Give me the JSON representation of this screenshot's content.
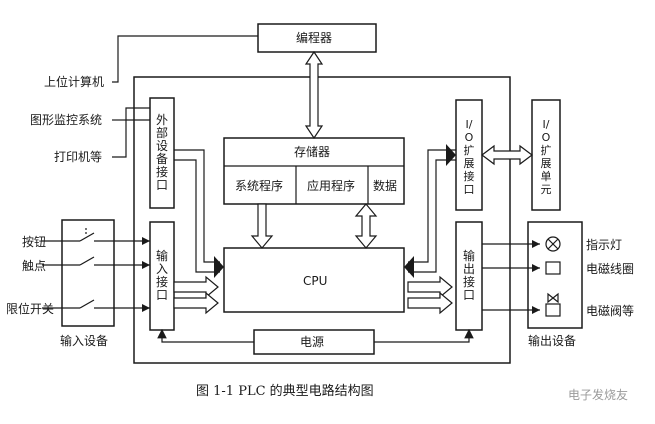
{
  "labels": {
    "programmer": "编程器",
    "host_computer": "上位计算机",
    "graphic_monitor": "图形监控系统",
    "printer": "打印机等",
    "ext_device_interface": "外部设备接口",
    "memory": "存储器",
    "system_program": "系统程序",
    "app_program": "应用程序",
    "data": "数据",
    "io_ext_interface": "I/O扩展接口",
    "io_ext_unit": "I/O扩展单元",
    "input_interface": "输入接口",
    "output_interface": "输出接口",
    "cpu": "CPU",
    "power": "电源",
    "button": "按钮",
    "contact": "触点",
    "limit_switch": "限位开关",
    "input_devices": "输入设备",
    "indicator_light": "指示灯",
    "solenoid_coil": "电磁线圈",
    "solenoid_valve": "电磁阀等",
    "output_devices": "输出设备"
  },
  "caption": "图 1-1    PLC 的典型电路结构图",
  "watermark": "电子发烧友"
}
